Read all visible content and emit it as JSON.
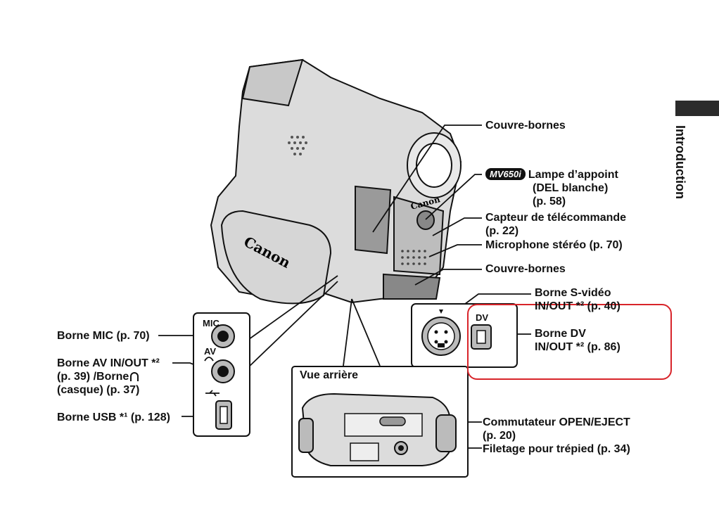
{
  "section": "Introduction",
  "camera_logo": "Canon",
  "badge": "MV650i",
  "labels": {
    "couvre_bornes_1": "Couvre-bornes",
    "lampe_1": "Lampe d’appoint",
    "lampe_2": "(DEL blanche)",
    "lampe_3": "(p. 58)",
    "capteur_1": "Capteur de télécommande",
    "capteur_2": "(p. 22)",
    "micro": "Microphone stéréo (p. 70)",
    "couvre_bornes_2": "Couvre-bornes",
    "svideo_1": "Borne S-vidéo",
    "svideo_2": "IN/OUT *² (p. 40)",
    "dv_1": "Borne DV",
    "dv_2": "IN/OUT *² (p. 86)",
    "mic": "Borne MIC (p. 70)",
    "av_1": "Borne AV IN/OUT *²",
    "av_2": "(p. 39) /Borne",
    "av_3": "(casque) (p. 37)",
    "usb": "Borne USB *¹ (p. 128)",
    "vue_arriere": "Vue arrière",
    "commutateur_1": "Commutateur OPEN/EJECT",
    "commutateur_2": "(p. 20)",
    "filetage": "Filetage pour trépied (p. 34)"
  },
  "port_tags": {
    "mic": "MIC",
    "av": "AV",
    "dv": "DV"
  },
  "colors": {
    "highlight": "#d8242a",
    "tab": "#2b2b2b"
  }
}
